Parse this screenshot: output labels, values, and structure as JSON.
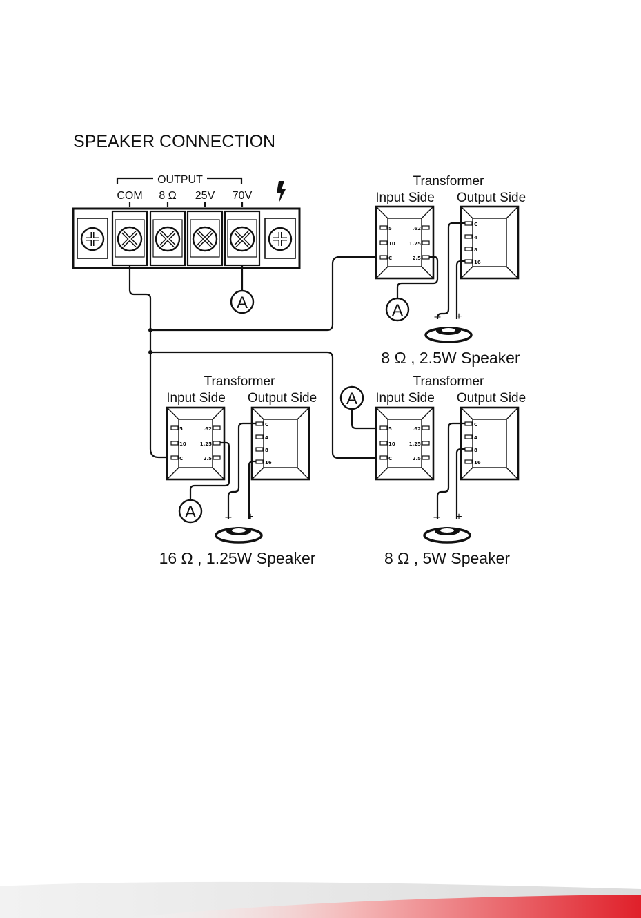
{
  "title": "SPEAKER CONNECTION",
  "terminal_block": {
    "output_label": "OUTPUT",
    "terminals": [
      "COM",
      "8 Ω",
      "25V",
      "70V"
    ],
    "ground_icon": "lightning-icon"
  },
  "marker_label": "A",
  "transformers": [
    {
      "title": "Transformer",
      "input_label": "Input Side",
      "output_label": "Output Side",
      "input_pins": [
        "5",
        "10",
        "C"
      ],
      "input_pins_right": [
        ".62",
        "1.25",
        "2.5"
      ],
      "output_pins": [
        "C",
        "4",
        "8",
        "16"
      ],
      "polarity": [
        "–",
        "+"
      ],
      "speaker_label": "8 Ω , 2.5W Speaker"
    },
    {
      "title": "Transformer",
      "input_label": "Input Side",
      "output_label": "Output Side",
      "input_pins": [
        "5",
        "10",
        "C"
      ],
      "input_pins_right": [
        ".62",
        "1.25",
        "2.5"
      ],
      "output_pins": [
        "C",
        "4",
        "8",
        "16"
      ],
      "polarity": [
        "–",
        "+"
      ],
      "speaker_label": "16 Ω , 1.25W Speaker"
    },
    {
      "title": "Transformer",
      "input_label": "Input Side",
      "output_label": "Output Side",
      "input_pins": [
        "5",
        "10",
        "C"
      ],
      "input_pins_right": [
        ".62",
        "1.25",
        "2.5"
      ],
      "output_pins": [
        "C",
        "4",
        "8",
        "16"
      ],
      "polarity": [
        "–",
        "+"
      ],
      "speaker_label": "8 Ω , 5W Speaker"
    }
  ],
  "colors": {
    "ink": "#111111",
    "footer_accent": "#e0202a"
  }
}
